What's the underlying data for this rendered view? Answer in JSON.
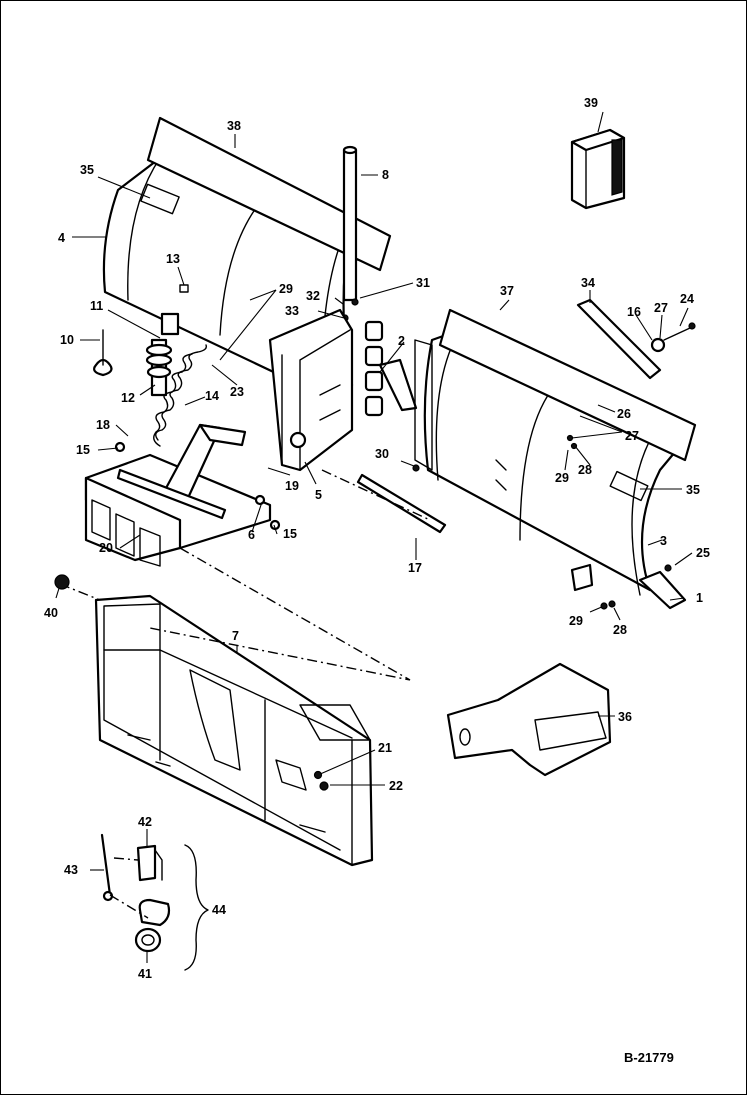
{
  "figure_number": "B-21779",
  "callouts": [
    {
      "id": "c1",
      "label": "1"
    },
    {
      "id": "c2",
      "label": "2"
    },
    {
      "id": "c3",
      "label": "3"
    },
    {
      "id": "c4",
      "label": "4"
    },
    {
      "id": "c5",
      "label": "5"
    },
    {
      "id": "c6",
      "label": "6"
    },
    {
      "id": "c7",
      "label": "7"
    },
    {
      "id": "c8",
      "label": "8"
    },
    {
      "id": "c10",
      "label": "10"
    },
    {
      "id": "c11",
      "label": "11"
    },
    {
      "id": "c12",
      "label": "12"
    },
    {
      "id": "c13",
      "label": "13"
    },
    {
      "id": "c14",
      "label": "14"
    },
    {
      "id": "c15a",
      "label": "15"
    },
    {
      "id": "c15b",
      "label": "15"
    },
    {
      "id": "c16",
      "label": "16"
    },
    {
      "id": "c17",
      "label": "17"
    },
    {
      "id": "c18",
      "label": "18"
    },
    {
      "id": "c19",
      "label": "19"
    },
    {
      "id": "c20",
      "label": "20"
    },
    {
      "id": "c21",
      "label": "21"
    },
    {
      "id": "c22",
      "label": "22"
    },
    {
      "id": "c23",
      "label": "23"
    },
    {
      "id": "c24",
      "label": "24"
    },
    {
      "id": "c25",
      "label": "25"
    },
    {
      "id": "c26",
      "label": "26"
    },
    {
      "id": "c27a",
      "label": "27"
    },
    {
      "id": "c27b",
      "label": "27"
    },
    {
      "id": "c28a",
      "label": "28"
    },
    {
      "id": "c28b",
      "label": "28"
    },
    {
      "id": "c29a",
      "label": "29"
    },
    {
      "id": "c29b",
      "label": "29"
    },
    {
      "id": "c29c",
      "label": "29"
    },
    {
      "id": "c30",
      "label": "30"
    },
    {
      "id": "c31",
      "label": "31"
    },
    {
      "id": "c32",
      "label": "32"
    },
    {
      "id": "c33",
      "label": "33"
    },
    {
      "id": "c34",
      "label": "34"
    },
    {
      "id": "c35a",
      "label": "35"
    },
    {
      "id": "c35b",
      "label": "35"
    },
    {
      "id": "c36",
      "label": "36"
    },
    {
      "id": "c37",
      "label": "37"
    },
    {
      "id": "c38",
      "label": "38"
    },
    {
      "id": "c39",
      "label": "39"
    },
    {
      "id": "c40",
      "label": "40"
    },
    {
      "id": "c41",
      "label": "41"
    },
    {
      "id": "c42",
      "label": "42"
    },
    {
      "id": "c43",
      "label": "43"
    },
    {
      "id": "c44",
      "label": "44"
    }
  ]
}
